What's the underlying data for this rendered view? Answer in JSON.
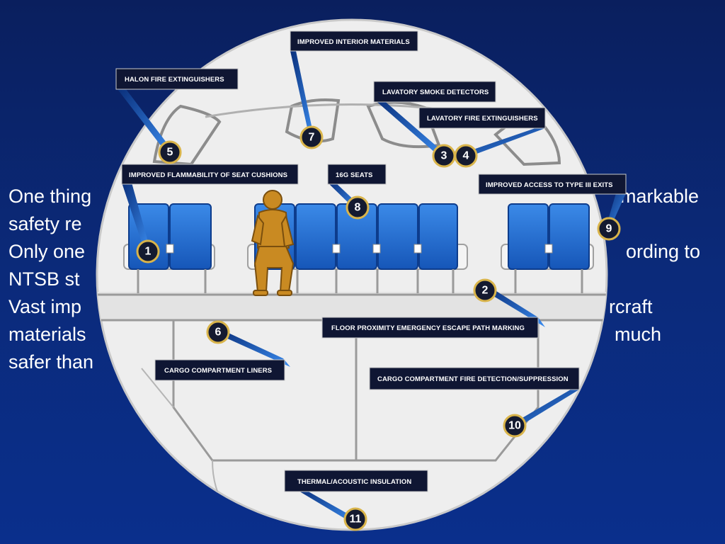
{
  "slide": {
    "left_lines": [
      "One thing",
      "safety re",
      "Only one",
      "NTSB st",
      "Vast imp",
      "materials",
      "safer than"
    ],
    "right_lines": [
      "markable",
      "ording to",
      "rcraft",
      "much"
    ]
  },
  "diagram": {
    "callouts": [
      {
        "id": "7",
        "label": "IMPROVED INTERIOR MATERIALS"
      },
      {
        "id": "5",
        "label": "HALON FIRE EXTINGUISHERS"
      },
      {
        "id": "3",
        "label": "LAVATORY SMOKE DETECTORS"
      },
      {
        "id": "4",
        "label": "LAVATORY FIRE EXTINGUISHERS"
      },
      {
        "id": "1",
        "label": "IMPROVED FLAMMABILITY OF SEAT CUSHIONS"
      },
      {
        "id": "8",
        "label": "16G SEATS"
      },
      {
        "id": "9",
        "label": "IMPROVED ACCESS TO TYPE III EXITS"
      },
      {
        "id": "2",
        "label": "FLOOR PROXIMITY EMERGENCY ESCAPE PATH MARKING"
      },
      {
        "id": "6",
        "label": "CARGO COMPARTMENT LINERS"
      },
      {
        "id": "10",
        "label": "CARGO COMPARTMENT FIRE DETECTION/SUPPRESSION"
      },
      {
        "id": "11",
        "label": "THERMAL/ACOUSTIC INSULATION"
      }
    ],
    "colors": {
      "label_bg": "#0f1633",
      "marker_ring": "#d9b44a",
      "marker_fill": "#141a30",
      "leader": "#1d6fd6",
      "seat": "#1f6fd0",
      "passenger": "#c98a22"
    }
  }
}
